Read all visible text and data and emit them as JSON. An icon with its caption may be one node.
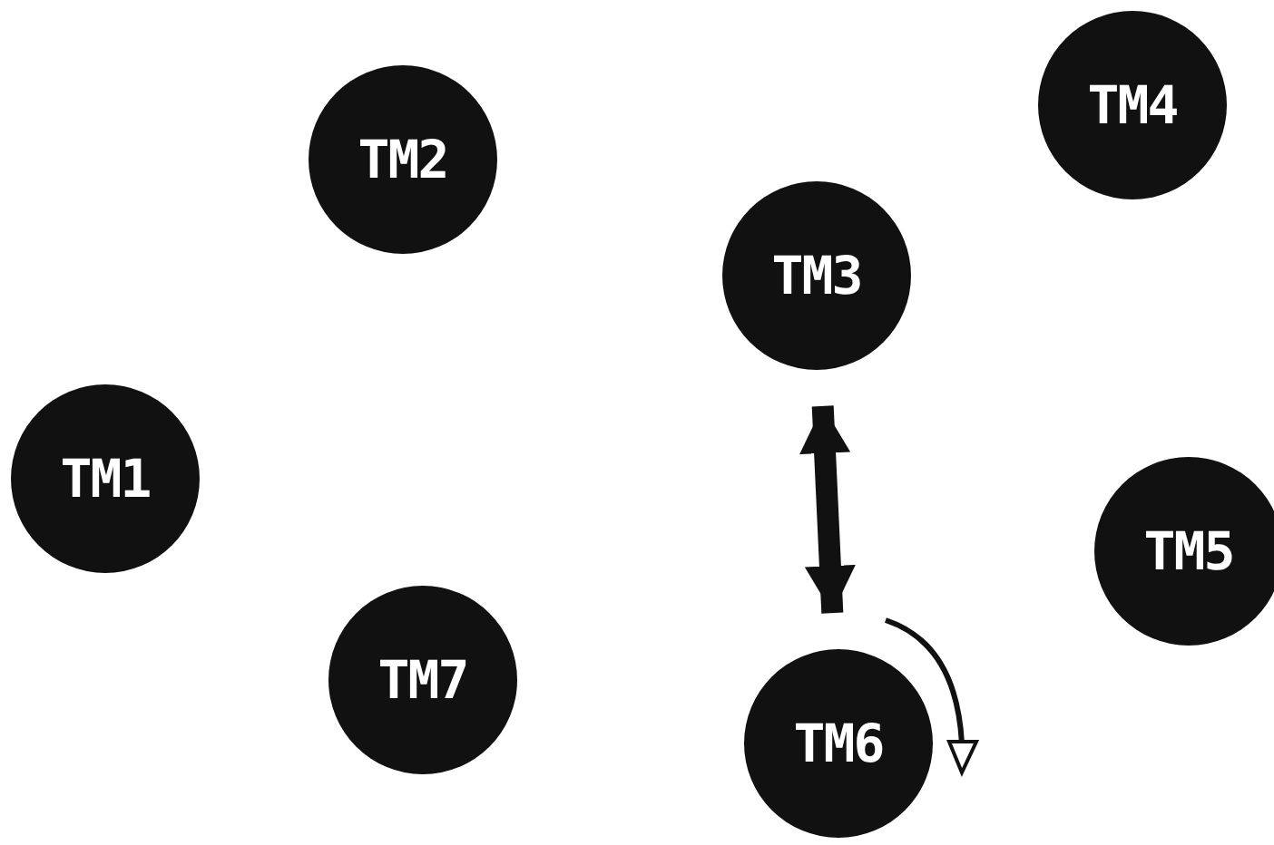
{
  "diagram": {
    "nodes": [
      {
        "text": [
          "TM1"
        ]
      },
      {
        "text": [
          "TM2"
        ]
      },
      {
        "text": [
          "TM3"
        ]
      },
      {
        "text": [
          "TM4"
        ]
      },
      {
        "text": [
          "TM5"
        ]
      },
      {
        "text": [
          "TM6"
        ]
      },
      {
        "text": [
          "TM7"
        ]
      }
    ],
    "edges": [
      {
        "from": 2,
        "to": 5,
        "arrow": "both"
      }
    ]
  }
}
